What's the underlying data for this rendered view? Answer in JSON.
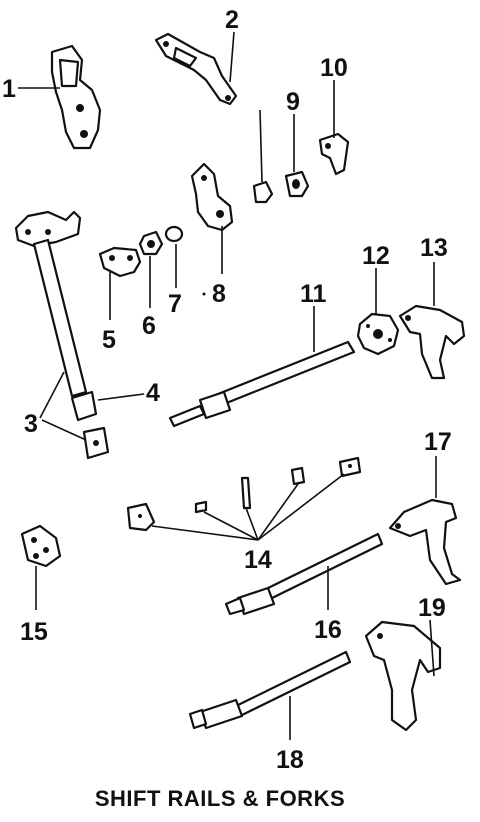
{
  "title": "SHIFT RAILS & FORKS",
  "callouts": {
    "c1": "1",
    "c2": "2",
    "c3": "3",
    "c4": "4",
    "c5": "5",
    "c6": "6",
    "c7": "7",
    "c8": "8",
    "c9": "9",
    "c10": "10",
    "c11": "11",
    "c12": "12",
    "c13": "13",
    "c14": "14",
    "c15": "15",
    "c16": "16",
    "c17": "17",
    "c18": "18",
    "c19": "19"
  },
  "colors": {
    "ink": "#111111",
    "background": "#ffffff"
  }
}
